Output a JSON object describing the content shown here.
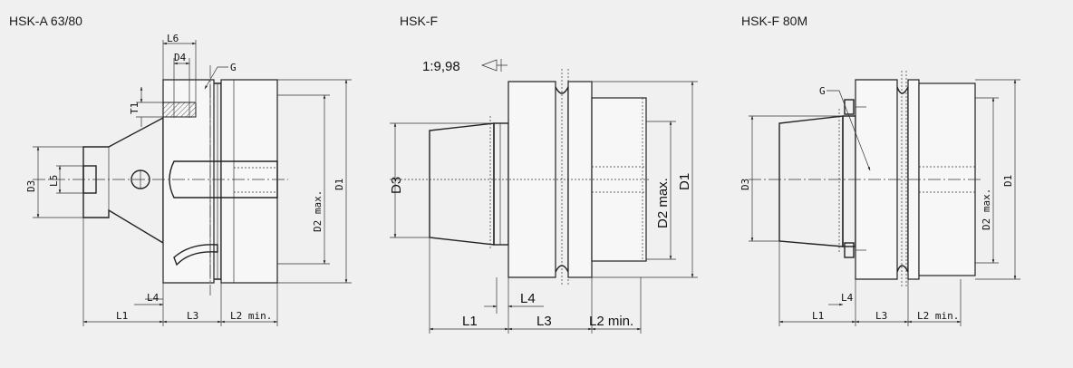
{
  "diagrams": [
    {
      "title": "HSK-A 63/80",
      "labels": {
        "L6": "L6",
        "D4": "D4",
        "T1": "T1",
        "G": "G",
        "D3": "D3",
        "L5": "L5",
        "D2": "D2 max.",
        "D1": "D1",
        "L4": "L4",
        "L1": "L1",
        "L3": "L3",
        "L2": "L2 min."
      }
    },
    {
      "title": "HSK-F",
      "labels": {
        "taper": "1:9,98",
        "D3": "D3",
        "D2": "D2 max.",
        "D1": "D1",
        "L4": "L4",
        "L1": "L1",
        "L3": "L3",
        "L2": "L2 min."
      }
    },
    {
      "title": "HSK-F 80M",
      "labels": {
        "G": "G",
        "D3": "D3",
        "D2": "D2 max.",
        "D1": "D1",
        "L4": "L4",
        "L1": "L1",
        "L3": "L3",
        "L2": "L2 min."
      }
    }
  ]
}
